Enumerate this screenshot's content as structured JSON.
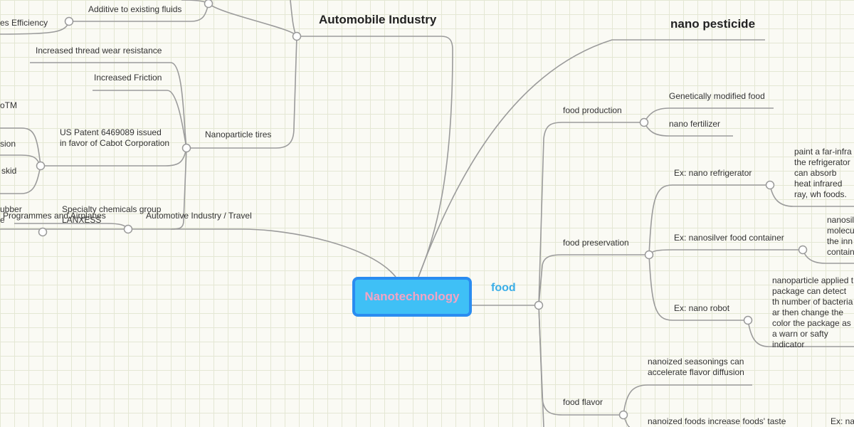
{
  "central": {
    "label": "Nanotechnology"
  },
  "main_topics": {
    "automobile": "Automobile Industry",
    "pesticide": "nano pesticide",
    "food": "food"
  },
  "auto_branch": {
    "additive": "Additive to existing fluids",
    "efficiency": "es Efficiency",
    "thread_wear": "Increased thread wear resistance",
    "friction": "Increased Friction",
    "tires": "Nanoparticle tires",
    "otm": "oTM",
    "patent": "US Patent 6469089 issued in favor of Cabot Corporation",
    "sion": "sion",
    "skid": "skid",
    "rubber": "ubber",
    "e": "e",
    "programmes": "Programmes and Airplanes",
    "specialty": "Specialty chemicals group",
    "lanxess": "LANXESS",
    "travel": "Automotive Industry / Travel"
  },
  "food_branch": {
    "production": "food production",
    "gmo": "Genetically modified food",
    "fertilizer": "nano fertilizer",
    "preservation": "food preservation",
    "refrigerator": "Ex: nano refrigerator",
    "refrigerator_note": "paint a far-infra the refrigerator can absorb heat infrared ray, wh foods.",
    "silver_container": "Ex: nanosilver food container",
    "silver_note": "nanosil molecu the inn contain",
    "robot": "Ex: nano robot",
    "robot_note": "nanoparticle applied t package can detect th number of bacteria ar then change the color the package as a warn or safty indicator",
    "flavor": "food flavor",
    "seasonings": "nanoized seasonings can accelerate flavor diffusion",
    "taste": "nanoized foods increase foods' taste",
    "ex_na": "Ex: na"
  }
}
